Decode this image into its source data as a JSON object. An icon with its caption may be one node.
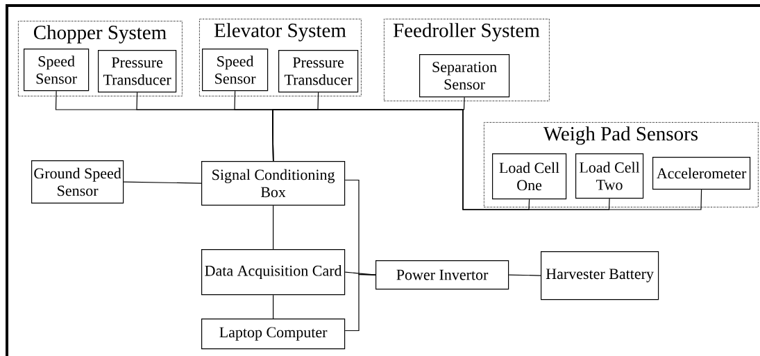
{
  "diagram": {
    "nodes": [
      {
        "text": [
          "Chopper System"
        ]
      },
      {
        "text": [
          "Speed Sensor"
        ],
        "in": 0
      },
      {
        "text": [
          "Pressure Transducer"
        ],
        "in": 0
      },
      {
        "text": [
          "Elevator System"
        ]
      },
      {
        "text": [
          "Speed Sensor"
        ],
        "in": 3
      },
      {
        "text": [
          "Pressure Transducer"
        ],
        "in": 3
      },
      {
        "text": [
          "Feedroller System"
        ]
      },
      {
        "text": [
          "Separation Sensor"
        ],
        "in": 6
      },
      {
        "text": [
          "Weigh Pad Sensors"
        ]
      },
      {
        "text": [
          "Load Cell One"
        ],
        "in": 8
      },
      {
        "text": [
          "Load Cell Two"
        ],
        "in": 8
      },
      {
        "text": [
          "Accelerometer"
        ],
        "in": 8
      },
      {
        "text": [
          "Ground Speed Sensor"
        ]
      },
      {
        "text": [
          "Signal Conditioning Box"
        ]
      },
      {
        "text": [
          "Data Acquisition Card"
        ]
      },
      {
        "text": [
          "Laptop Computer"
        ]
      },
      {
        "text": [
          "Power Invertor"
        ]
      },
      {
        "text": [
          "Harvester Battery"
        ]
      }
    ],
    "edges": [
      {
        "from": 1,
        "to": 13,
        "arrow": "none"
      },
      {
        "from": 2,
        "to": 13,
        "arrow": "none"
      },
      {
        "from": 4,
        "to": 13,
        "arrow": "none"
      },
      {
        "from": 5,
        "to": 13,
        "arrow": "none"
      },
      {
        "from": 7,
        "to": 13,
        "arrow": "none"
      },
      {
        "from": 9,
        "to": 13,
        "arrow": "none"
      },
      {
        "from": 10,
        "to": 13,
        "arrow": "none"
      },
      {
        "from": 11,
        "to": 13,
        "arrow": "none"
      },
      {
        "from": 12,
        "to": 13,
        "arrow": "none"
      },
      {
        "from": 13,
        "to": 14,
        "arrow": "none"
      },
      {
        "from": 14,
        "to": 15,
        "arrow": "none"
      },
      {
        "from": 13,
        "to": 16,
        "arrow": "none"
      },
      {
        "from": 14,
        "to": 16,
        "arrow": "none"
      },
      {
        "from": 15,
        "to": 16,
        "arrow": "none"
      },
      {
        "from": 16,
        "to": 17,
        "arrow": "none"
      }
    ]
  }
}
